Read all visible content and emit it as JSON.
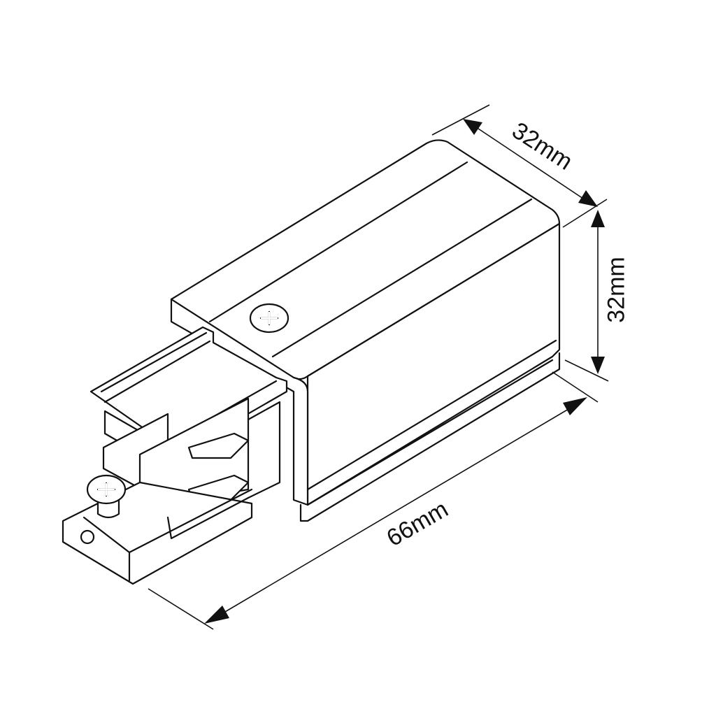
{
  "diagram": {
    "type": "isometric dimension drawing",
    "subject": "track lighting end feed connector",
    "dimensions": {
      "depth": "32mm",
      "height": "32mm",
      "length": "66mm"
    }
  },
  "colors": {
    "line": "#111111",
    "background": "#ffffff"
  }
}
